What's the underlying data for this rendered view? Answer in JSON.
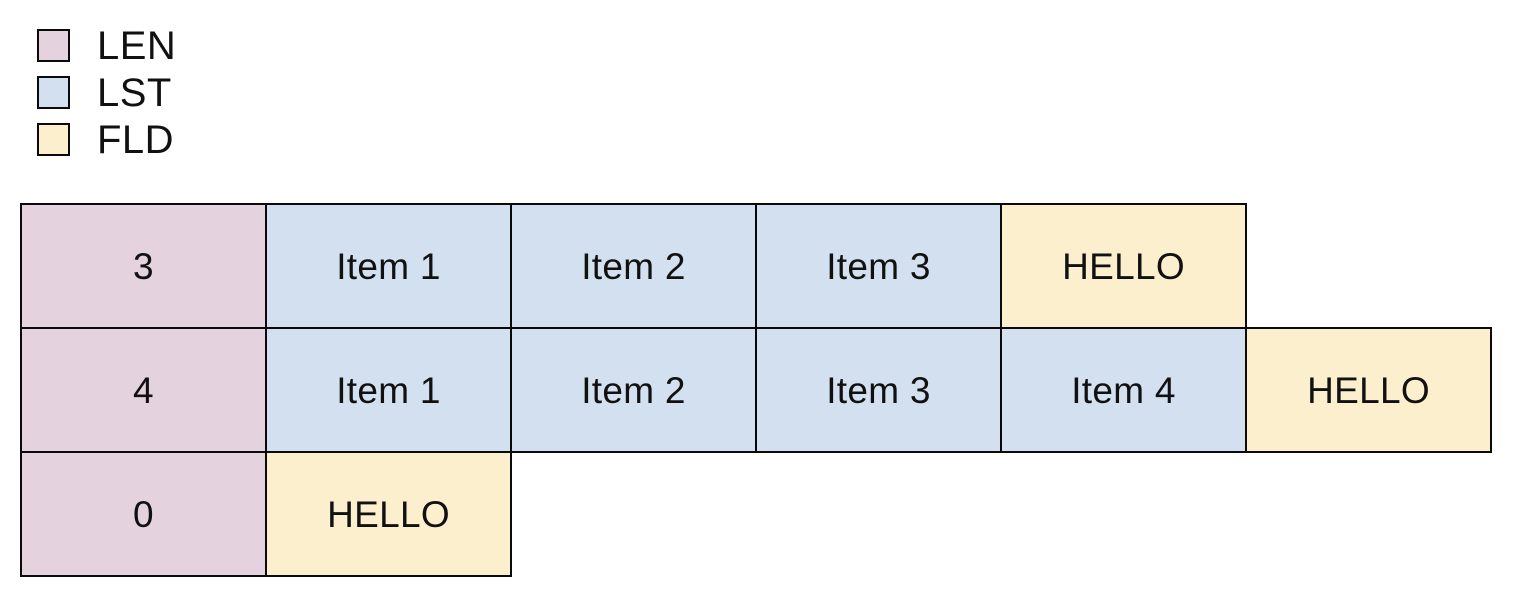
{
  "legend": {
    "items": [
      {
        "label": "LEN",
        "color": "#e4d2de",
        "kind": "LEN"
      },
      {
        "label": "LST",
        "color": "#d3e0f0",
        "kind": "LST"
      },
      {
        "label": "FLD",
        "color": "#fbefcd",
        "kind": "FLD"
      }
    ]
  },
  "palette": {
    "len": "#e4d2de",
    "lst": "#d3e0f0",
    "fld": "#fbefcd",
    "border": "#0a0a0a",
    "background": "#ffffff",
    "text": "#111111"
  },
  "table": {
    "rows": [
      {
        "cells": [
          {
            "text": "3",
            "kind": "LEN"
          },
          {
            "text": "Item 1",
            "kind": "LST"
          },
          {
            "text": "Item 2",
            "kind": "LST"
          },
          {
            "text": "Item 3",
            "kind": "LST"
          },
          {
            "text": "HELLO",
            "kind": "FLD"
          }
        ]
      },
      {
        "cells": [
          {
            "text": "4",
            "kind": "LEN"
          },
          {
            "text": "Item 1",
            "kind": "LST"
          },
          {
            "text": "Item 2",
            "kind": "LST"
          },
          {
            "text": "Item 3",
            "kind": "LST"
          },
          {
            "text": "Item 4",
            "kind": "LST"
          },
          {
            "text": "HELLO",
            "kind": "FLD"
          }
        ]
      },
      {
        "cells": [
          {
            "text": "0",
            "kind": "LEN"
          },
          {
            "text": "HELLO",
            "kind": "FLD"
          }
        ]
      }
    ]
  }
}
